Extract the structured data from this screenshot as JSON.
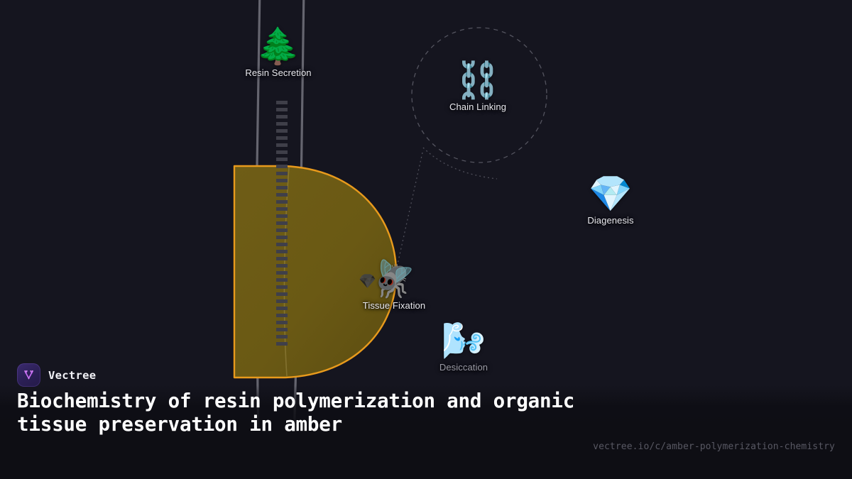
{
  "brand": {
    "name": "Vectree",
    "logo_icon": "vectree-v-logo-icon",
    "accent_color": "#b96bf0",
    "mark_bg_color": "#2b1f55"
  },
  "page": {
    "title": "Biochemistry of resin polymerization and organic tissue preservation in amber",
    "url": "vectree.io/c/amber-polymerization-chemistry",
    "background_color": "#15151f",
    "bar_color": "#0e0e14"
  },
  "graph": {
    "amber_blob": {
      "fill_color": "#6b5a14",
      "stroke_color": "#e89a1c"
    },
    "trunk_color": "#6d6d76",
    "dashed_rail_color": "#3a3a44",
    "link_color": "#4a4a55",
    "focus_ring_color": "#51515c",
    "nodes": [
      {
        "id": "resin",
        "label": "Resin Secretion",
        "icon": "evergreen-tree-icon",
        "emoji": "🌲",
        "dim": false
      },
      {
        "id": "chain",
        "label": "Chain Linking",
        "icon": "chain-links-icon",
        "emoji": "⛓️",
        "dim": false
      },
      {
        "id": "diagenesis",
        "label": "Diagenesis",
        "icon": "gem-stone-icon",
        "emoji": "💎",
        "dim": false
      },
      {
        "id": "tissue",
        "label": "Tissue Fixation",
        "icon": "fly-insect-icon",
        "emoji": "🪰",
        "dim": false
      },
      {
        "id": "desiccation",
        "label": "Desiccation",
        "icon": "wind-blowing-face-icon",
        "emoji": "🌬️",
        "dim": true
      }
    ],
    "gem_marker": {
      "icon": "gem-stone-icon",
      "emoji": "💎"
    }
  }
}
